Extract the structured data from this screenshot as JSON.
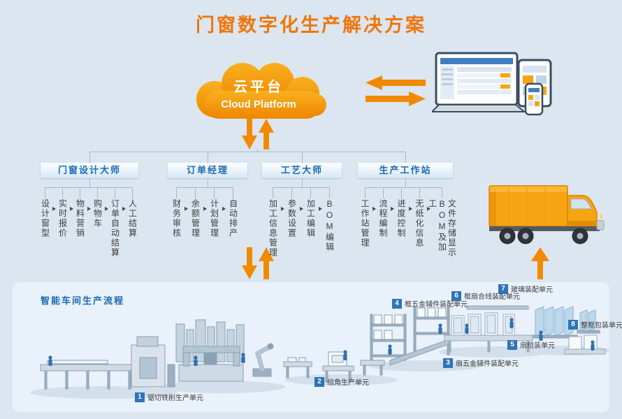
{
  "title": "门窗数字化生产解决方案",
  "cloud": {
    "name_cn": "云平台",
    "name_en": "Cloud Platform"
  },
  "tree": {
    "branches": [
      {
        "label": "门窗设计大师",
        "children": [
          "设计窗型",
          "实时报价",
          "物料营销",
          "购物车",
          "订单自动结算",
          "人工结算"
        ]
      },
      {
        "label": "订单经理",
        "children": [
          "财务审核",
          "余额管理",
          "计划管理",
          "自动排产"
        ]
      },
      {
        "label": "工艺大师",
        "children": [
          "加工信息管理",
          "参数设置",
          "加工编辑",
          "BOM编辑"
        ]
      },
      {
        "label": "生产工作站",
        "children": [
          "工作站管理",
          "流程编制",
          "进度控制",
          "无纸化信息",
          "文件存储显示BOM及加工"
        ]
      }
    ]
  },
  "workshop": {
    "title": "智能车间生产流程",
    "units": [
      {
        "num": "1",
        "label": "锯切铣削生产单元"
      },
      {
        "num": "2",
        "label": "组角生产单元"
      },
      {
        "num": "3",
        "label": "扇五金辅件装配单元"
      },
      {
        "num": "4",
        "label": "框五金辅件装配单元"
      },
      {
        "num": "5",
        "label": "扇组装单元"
      },
      {
        "num": "6",
        "label": "框扇合线装配单元"
      },
      {
        "num": "7",
        "label": "玻璃装配单元"
      },
      {
        "num": "8",
        "label": "整框包装单元"
      }
    ]
  },
  "colors": {
    "title_orange": "#f0750a",
    "accent_orange": "#f18a00",
    "brand_blue": "#1a6ab2",
    "badge_blue": "#2e74b6"
  }
}
